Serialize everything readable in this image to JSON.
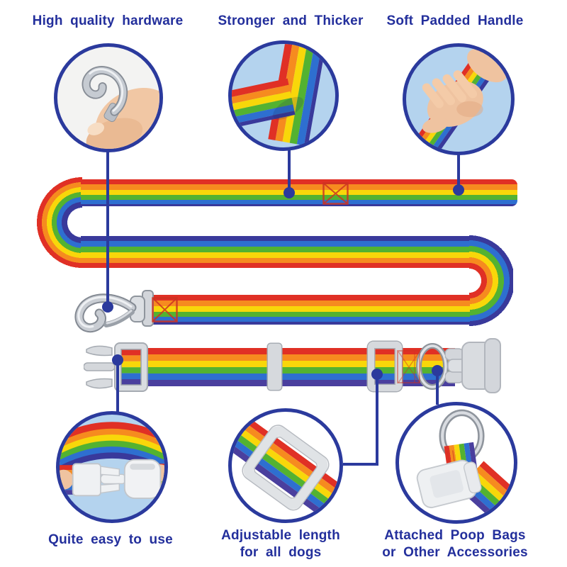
{
  "captions": {
    "hardware": {
      "lines": [
        "High quality hardware"
      ]
    },
    "webbing": {
      "lines": [
        "Stronger and Thicker"
      ]
    },
    "handle": {
      "lines": [
        "Soft Padded Handle"
      ]
    },
    "easy": {
      "lines": [
        "Quite easy to use"
      ]
    },
    "adjustable": {
      "lines": [
        "Adjustable length",
        "for all dogs"
      ]
    },
    "accessories": {
      "lines": [
        "Attached Poop Bags",
        "or Other Accessories"
      ]
    }
  },
  "colors": {
    "background": "#ffffff",
    "accent_blue": "#2b3a9d",
    "caption_text": "#232f9c",
    "circle_fill_light_blue": "#b4d3ee",
    "rainbow": [
      "#e03025",
      "#f68b1f",
      "#f8d70a",
      "#53b231",
      "#2e6fd0",
      "#39399b"
    ],
    "plastic_gray": "#d9dce0",
    "metal_silver": "#c9cdd3",
    "stitch_red": "#cc3322"
  }
}
